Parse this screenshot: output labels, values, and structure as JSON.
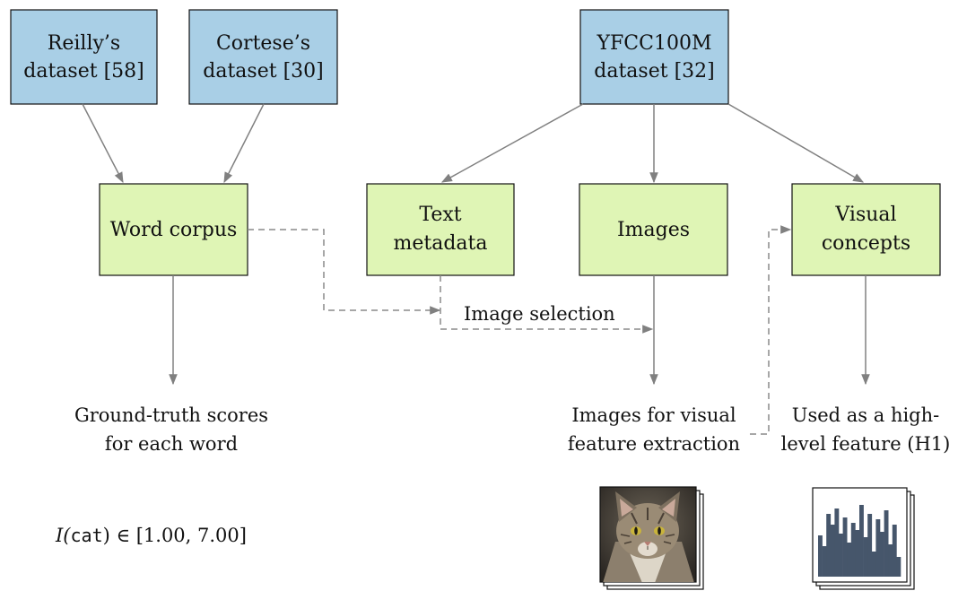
{
  "sources": [
    {
      "line1": "Reilly’s",
      "line2": "dataset [58]"
    },
    {
      "line1": "Cortese’s",
      "line2": "dataset [30]"
    },
    {
      "line1": "YFCC100M",
      "line2": "dataset [32]"
    }
  ],
  "nodes": {
    "word_corpus": "Word corpus",
    "text_metadata": {
      "line1": "Text",
      "line2": "metadata"
    },
    "images": "Images",
    "visual_concepts": {
      "line1": "Visual",
      "line2": "concepts"
    }
  },
  "edge_labels": {
    "image_selection": "Image selection"
  },
  "outputs": {
    "ground_truth": {
      "line1": "Ground-truth scores",
      "line2": "for each word"
    },
    "images_visual": {
      "line1": "Images for visual",
      "line2": "feature extraction"
    },
    "high_level": {
      "line1": "Used as a high-",
      "line2": "level feature (H1)"
    }
  },
  "formula": {
    "prefix": "I(",
    "word": "cat",
    "suffix": ")  ∈  [1.00, 7.00]"
  },
  "colors": {
    "source_fill": "#a9cfe6",
    "process_fill": "#dff5b5",
    "arrow": "#808080",
    "histogram": "#46566b"
  },
  "icons": [
    "cat-photo-stack-icon",
    "histogram-stack-icon"
  ]
}
